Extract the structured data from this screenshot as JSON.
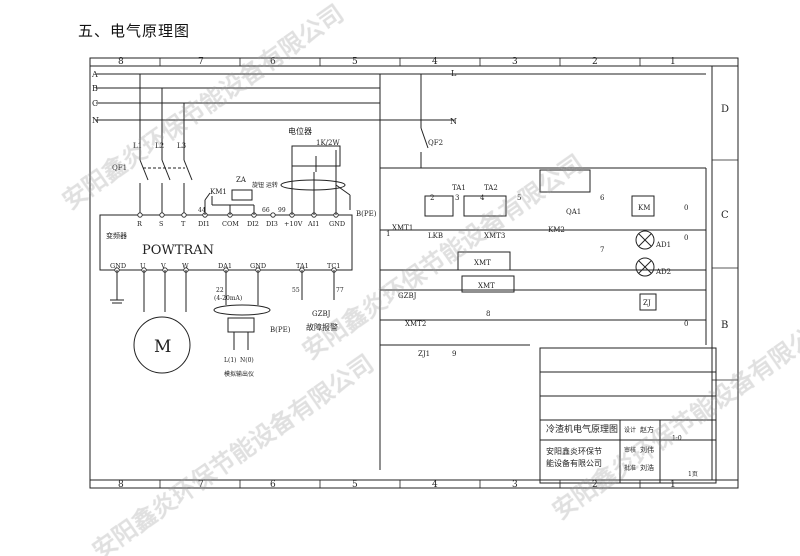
{
  "heading": "五、电气原理图",
  "border": {
    "top_cols": [
      "8",
      "7",
      "6",
      "5",
      "4",
      "3",
      "2",
      "1"
    ],
    "bottom_cols": [
      "8",
      "7",
      "6",
      "5",
      "4",
      "3",
      "2",
      "1"
    ],
    "right_rows": [
      "D",
      "C",
      "B"
    ]
  },
  "busbars": [
    "A",
    "B",
    "C",
    "N"
  ],
  "labels": {
    "l1": "L1",
    "l2": "L2",
    "l3": "L3",
    "qf1": "QF1",
    "qf2": "QF2",
    "l_top": "L",
    "n_top": "N",
    "potentiometer": "电位器",
    "pot_value": "1K/2W",
    "inverter": "变频器",
    "powtran": "POWTRAN",
    "km1": "KM1",
    "za": "ZA",
    "za_note": "旋钮  运转",
    "bpe1": "B(PE)",
    "bpe2": "B(PE)",
    "term_r": "R",
    "term_s": "S",
    "term_t": "T",
    "term_di1": "DI1",
    "term_com": "COM",
    "term_di2": "DI2",
    "term_di3": "DI3",
    "term_10v": "+10V",
    "term_ai1": "AI1",
    "term_gnd": "GND",
    "term_gnd2": "GND",
    "term_u": "U",
    "term_v": "V",
    "term_w": "W",
    "term_da1": "DA1",
    "term_gnd3": "GND",
    "term_ta1": "TA1",
    "term_tc1": "TC1",
    "n44": "44",
    "n66": "66",
    "n99": "99",
    "n22": "22",
    "n55": "55",
    "n77": "77",
    "range": "(4-20mA)",
    "gzbj": "GZBJ",
    "fault_alarm": "故障报警",
    "motor": "M",
    "meter_note": "模拟输出仪",
    "l_one": "L(1)",
    "n_zero": "N(0)",
    "ta1": "TA1",
    "ta2": "TA2",
    "xmt1": "XMT1",
    "xmt2": "XMT2",
    "xmt3": "XMT3",
    "xmt_box1": "XMT",
    "xmt_box2": "XMT",
    "lkb": "LKB",
    "qa1": "QA1",
    "km": "KM",
    "km2": "KM2",
    "ad1": "AD1",
    "ad2": "AD2",
    "zj": "ZJ",
    "zj1": "ZJ1",
    "gzbj2": "GZBJ",
    "n1": "1",
    "n2": "2",
    "n3": "3",
    "n4": "4",
    "n5": "5",
    "n6": "6",
    "n7": "7",
    "n8": "8",
    "n9": "9",
    "n0a": "0",
    "n0b": "0",
    "n0c": "0"
  },
  "title_block": {
    "drawing_name": "冷渣机电气原理图",
    "company_line1": "安阳鑫炎环保节",
    "company_line2": "能设备有限公司",
    "design": "设计",
    "check": "审核",
    "approve": "批准",
    "sign1": "赵方",
    "sign2": "刘伟",
    "sign3": "刘浩",
    "scale": "1:0",
    "sheet": "1页"
  },
  "watermark": "安阳鑫炎环保节能设备有限公司"
}
